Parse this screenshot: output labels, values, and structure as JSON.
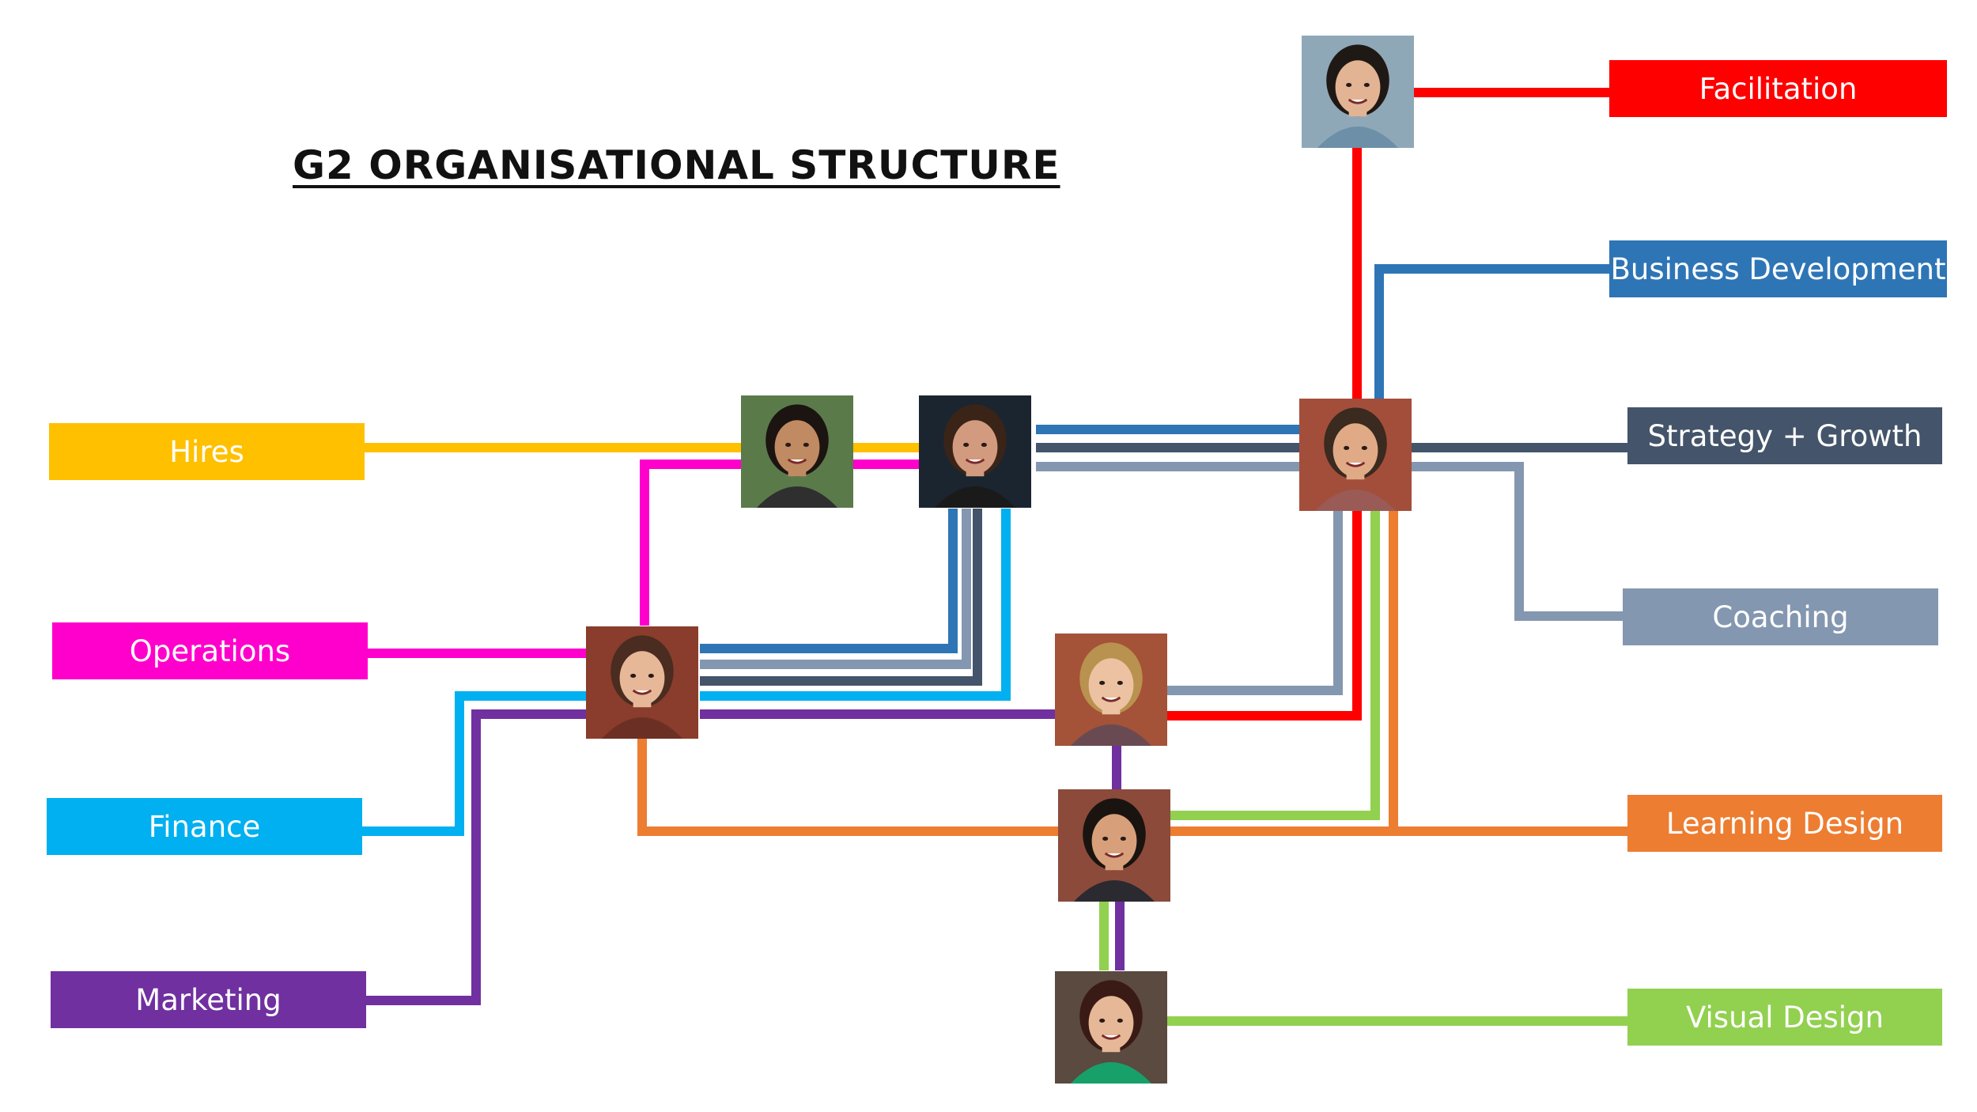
{
  "title": "G2 ORGANISATIONAL STRUCTURE",
  "roles": {
    "facilitation": {
      "label": "Facilitation",
      "color": "#ff0000"
    },
    "business_development": {
      "label": "Business Development",
      "color": "#2e75b6"
    },
    "strategy_growth": {
      "label": "Strategy + Growth",
      "color": "#44546a"
    },
    "coaching": {
      "label": "Coaching",
      "color": "#8497b0"
    },
    "learning_design": {
      "label": "Learning Design",
      "color": "#ed7d31"
    },
    "visual_design": {
      "label": "Visual Design",
      "color": "#92d050"
    },
    "hires": {
      "label": "Hires",
      "color": "#ffc000"
    },
    "operations": {
      "label": "Operations",
      "color": "#ff00cc"
    },
    "finance": {
      "label": "Finance",
      "color": "#00b0f0"
    },
    "marketing": {
      "label": "Marketing",
      "color": "#7030a0"
    }
  },
  "people": [
    {
      "id": "person-1",
      "bg": "#5a7a4a",
      "skin": "#c08a62",
      "hair": "#1c1410",
      "shirt": "#2f2f2f"
    },
    {
      "id": "person-2",
      "bg": "#1b2530",
      "skin": "#d29a7e",
      "hair": "#3a2418",
      "shirt": "#1a1a1a"
    },
    {
      "id": "person-3",
      "bg": "#8fa8b8",
      "skin": "#e2b494",
      "hair": "#1f1915",
      "shirt": "#6d8fa7"
    },
    {
      "id": "person-4",
      "bg": "#a34e3a",
      "skin": "#e0aa86",
      "hair": "#3a2a20",
      "shirt": "#9a5a56"
    },
    {
      "id": "person-5",
      "bg": "#8a3d2c",
      "skin": "#e6b898",
      "hair": "#4a2c20",
      "shirt": "#6c2f24"
    },
    {
      "id": "person-6",
      "bg": "#a45238",
      "skin": "#ecc2a2",
      "hair": "#b8924e",
      "shirt": "#6a4a52"
    },
    {
      "id": "person-7",
      "bg": "#8c4a3a",
      "skin": "#d8a07a",
      "hair": "#1a1410",
      "shirt": "#2a2a30"
    },
    {
      "id": "person-8",
      "bg": "#5a4a40",
      "skin": "#e6b898",
      "hair": "#3a1a14",
      "shirt": "#18a06a"
    }
  ]
}
